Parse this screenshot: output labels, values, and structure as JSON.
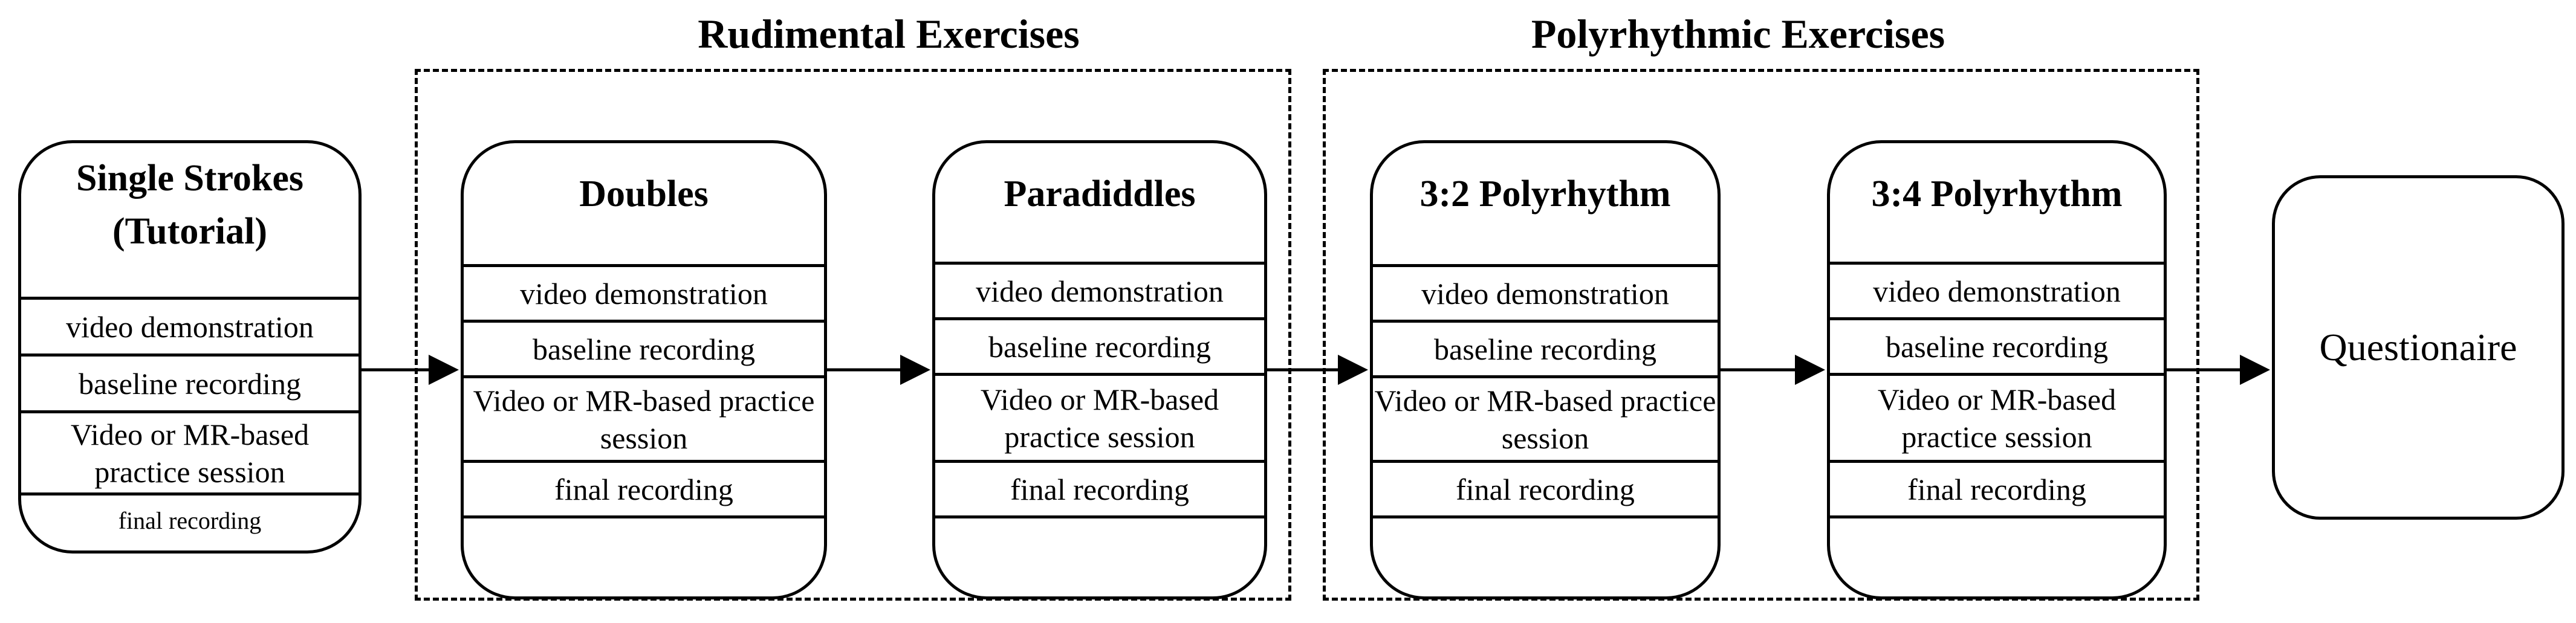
{
  "groups": {
    "rudimental": {
      "title": "Rudimental Exercises"
    },
    "polyrhythmic": {
      "title": "Polyrhythmic Exercises"
    }
  },
  "cards": {
    "single_strokes": {
      "title": "Single Strokes (Tutorial)",
      "rows": [
        "video demonstration",
        "baseline recording",
        "Video or MR-based practice session",
        "final recording"
      ]
    },
    "doubles": {
      "title": "Doubles",
      "rows": [
        "video demonstration",
        "baseline recording",
        "Video or MR-based practice session",
        "final recording"
      ]
    },
    "paradiddles": {
      "title": "Paradiddles",
      "rows": [
        "video demonstration",
        "baseline recording",
        "Video or MR-based practice session",
        "final recording"
      ]
    },
    "polyrhythm_3_2": {
      "title": "3:2 Polyrhythm",
      "rows": [
        "video demonstration",
        "baseline recording",
        "Video or MR-based practice session",
        "final recording"
      ]
    },
    "polyrhythm_3_4": {
      "title": "3:4 Polyrhythm",
      "rows": [
        "video demonstration",
        "baseline recording",
        "Video or MR-based practice session",
        "final recording"
      ]
    }
  },
  "terminal": {
    "label": "Questionaire"
  }
}
